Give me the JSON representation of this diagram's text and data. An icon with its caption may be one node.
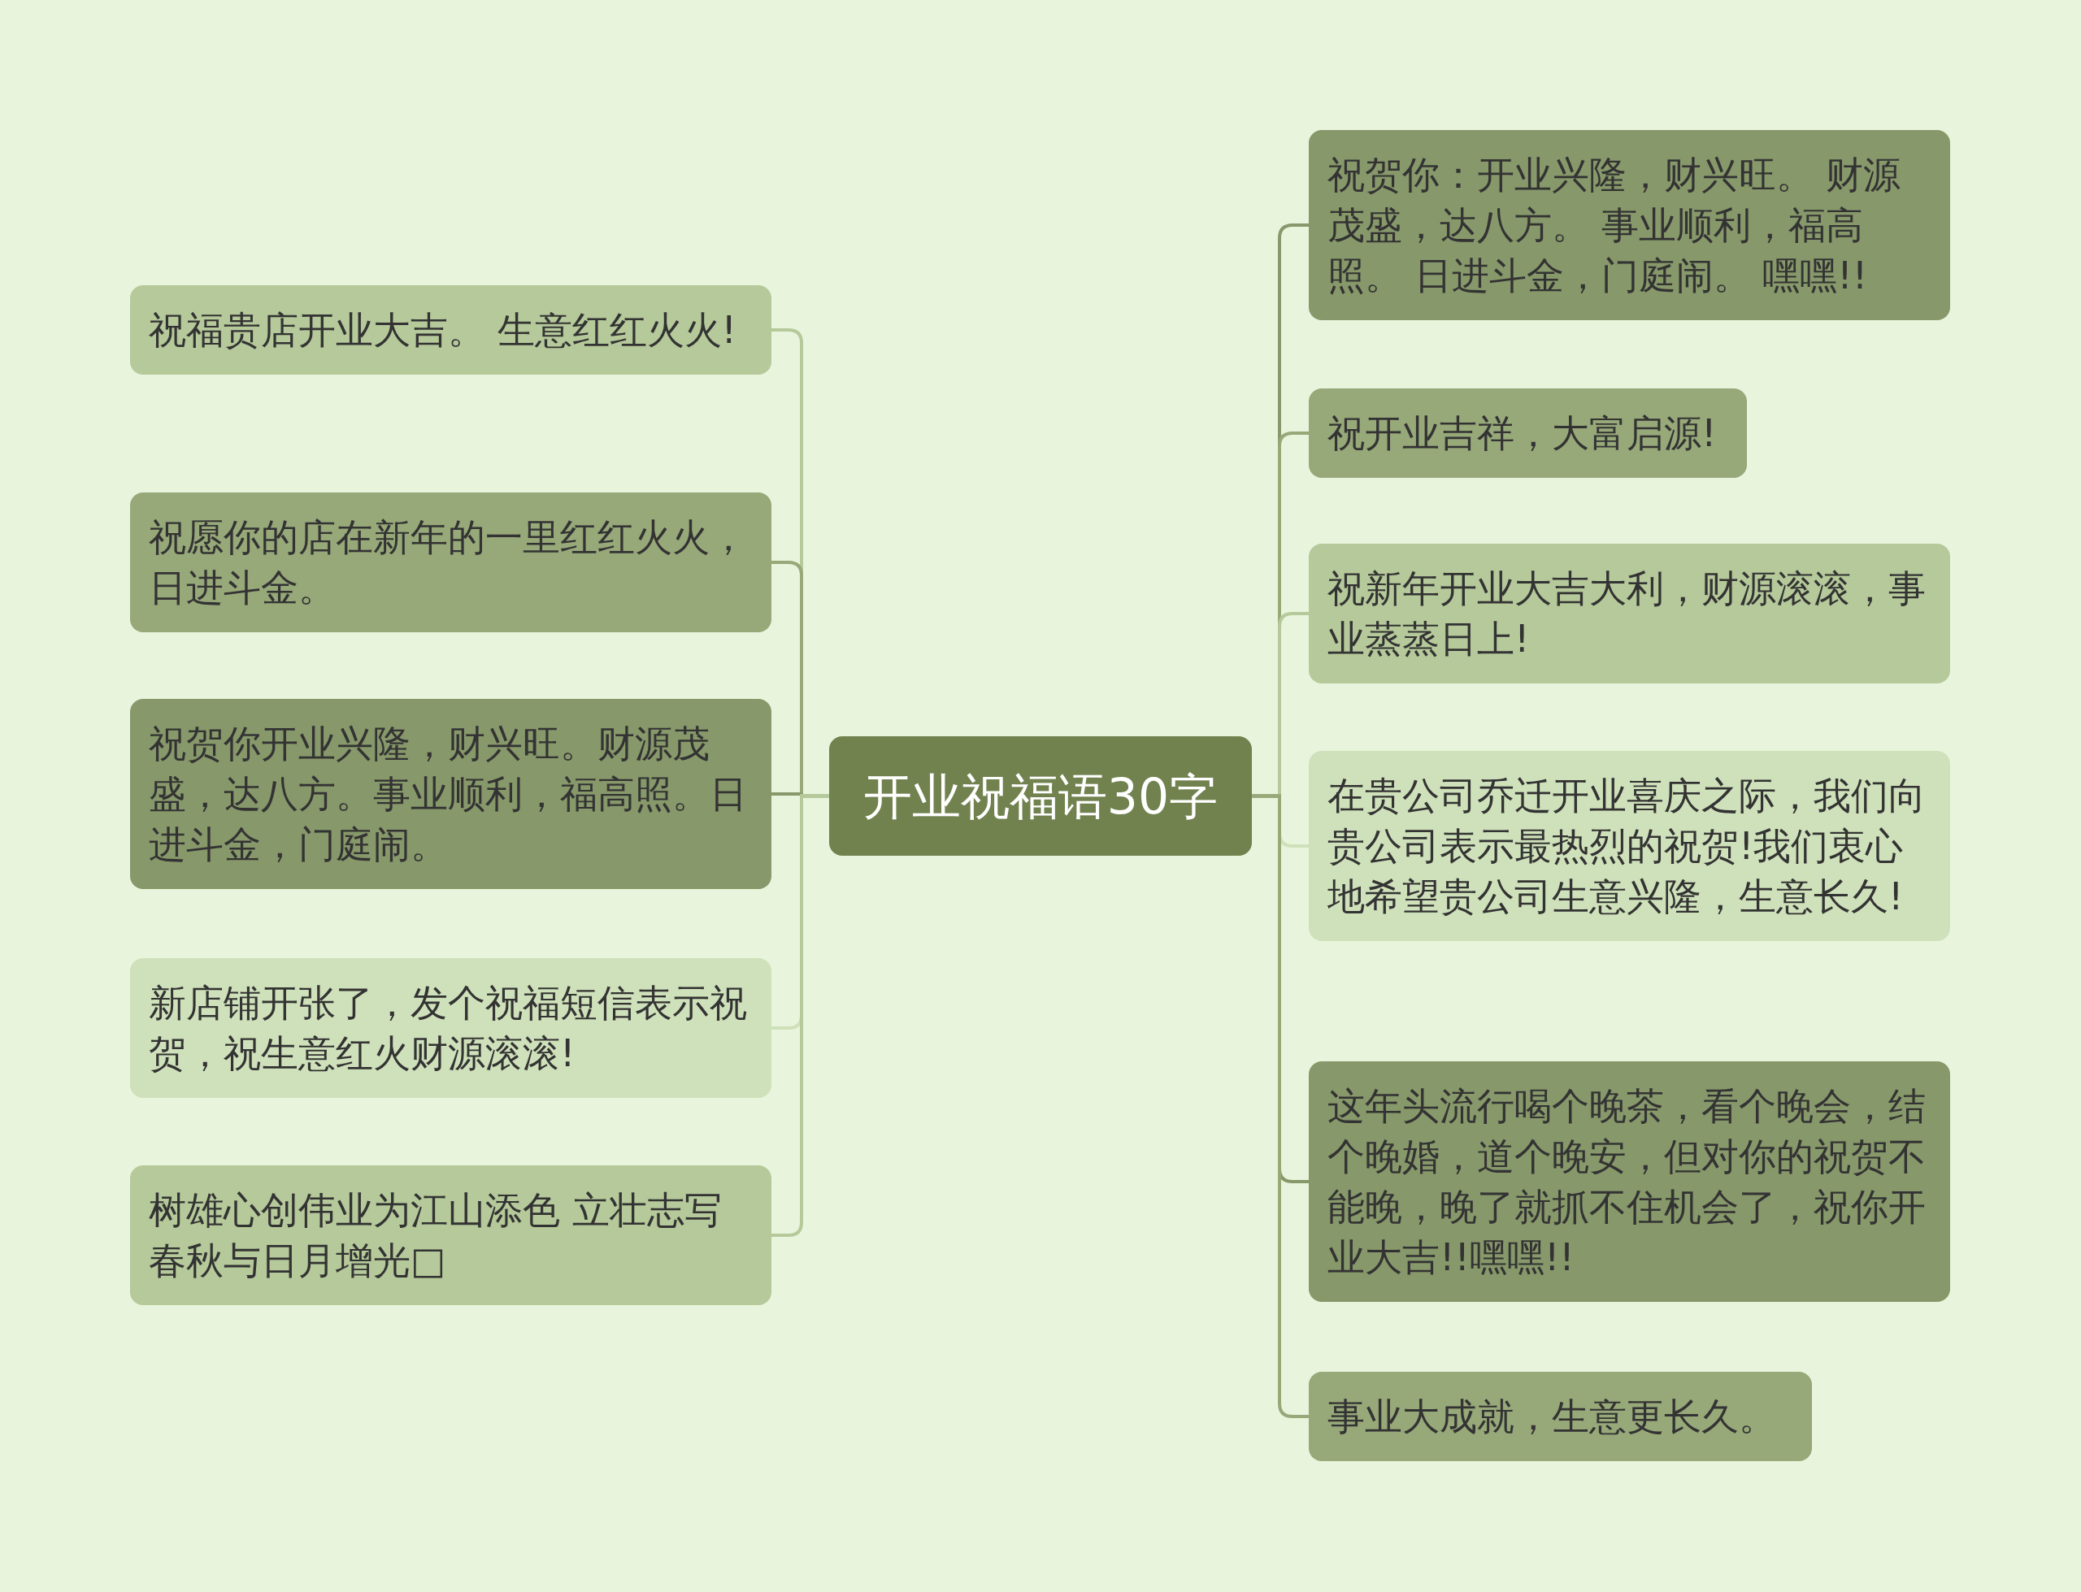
{
  "diagram": {
    "nodes": [
      {
        "text": [
          "开业祝福语30字"
        ]
      },
      {
        "text": [
          "祝福贵店开业大吉。 生意红红火火!"
        ]
      },
      {
        "text": [
          "祝愿你的店在新年的一里红红火火，日进斗金。"
        ]
      },
      {
        "text": [
          "祝贺你开业兴隆，财兴旺。财源茂盛，达八方。事业顺利，福高照。日进斗金，门庭闹。"
        ]
      },
      {
        "text": [
          "新店铺开张了，发个祝福短信表示祝贺，祝生意红火财源滚滚!"
        ]
      },
      {
        "text": [
          "树雄心创伟业为江山添色 立壮志写春秋与日月增光□"
        ]
      },
      {
        "text": [
          "祝贺你：开业兴隆，财兴旺。 财源茂盛，达八方。 事业顺利，福高照。 日进斗金，门庭闹。 嘿嘿!!"
        ]
      },
      {
        "text": [
          "祝开业吉祥，大富启源!"
        ]
      },
      {
        "text": [
          "祝新年开业大吉大利，财源滚滚，事业蒸蒸日上!"
        ]
      },
      {
        "text": [
          "在贵公司乔迁开业喜庆之际，我们向贵公司表示最热烈的祝贺!我们衷心地希望贵公司生意兴隆，生意长久!"
        ]
      },
      {
        "text": [
          "这年头流行喝个晚茶，看个晚会，结个晚婚，道个晚安，但对你的祝贺不能晚，晚了就抓不住机会了，祝你开业大吉!!嘿嘿!!"
        ]
      },
      {
        "text": [
          "事业大成就，生意更长久。"
        ]
      }
    ],
    "edges": [
      {
        "from": 0,
        "to": 1,
        "arrow": "none",
        "color": "#b5c99a"
      },
      {
        "from": 0,
        "to": 2,
        "arrow": "none",
        "color": "#97a879"
      },
      {
        "from": 0,
        "to": 3,
        "arrow": "none",
        "color": "#87986a"
      },
      {
        "from": 0,
        "to": 4,
        "arrow": "none",
        "color": "#cfe1ba"
      },
      {
        "from": 0,
        "to": 5,
        "arrow": "none",
        "color": "#b5c99a"
      },
      {
        "from": 0,
        "to": 6,
        "arrow": "none",
        "color": "#87986a"
      },
      {
        "from": 0,
        "to": 7,
        "arrow": "none",
        "color": "#97a879"
      },
      {
        "from": 0,
        "to": 8,
        "arrow": "none",
        "color": "#b5c99a"
      },
      {
        "from": 0,
        "to": 9,
        "arrow": "none",
        "color": "#cfe1ba"
      },
      {
        "from": 0,
        "to": 10,
        "arrow": "none",
        "color": "#87986a"
      },
      {
        "from": 0,
        "to": 11,
        "arrow": "none",
        "color": "#97a879"
      }
    ]
  }
}
